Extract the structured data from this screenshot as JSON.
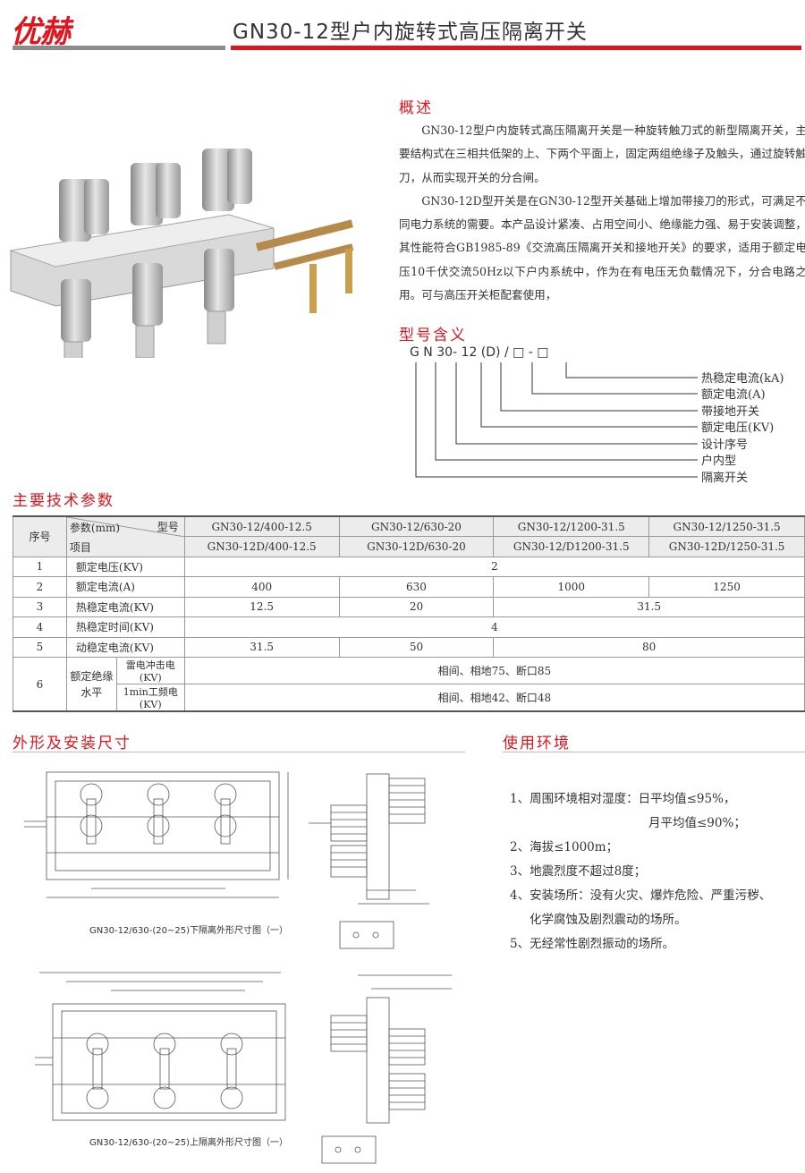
{
  "header": {
    "brand": "优赫",
    "title": "GN30-12型户内旋转式高压隔离开关"
  },
  "overview": {
    "heading": "概述",
    "paragraphs": [
      "GN30-12型户内旋转式高压隔离开关是一种旋转触刀式的新型隔离开关，主要结构式在三相共低架的上、下两个平面上，固定两组绝缘子及触头，通过旋转触刀，从而实现开关的分合闸。",
      "GN30-12D型开关是在GN30-12型开关基础上增加带接刀的形式，可满足不同电力系统的需要。本产品设计紧凑、占用空间小、绝缘能力强、易于安装调整，其性能符合GB1985-89《交流高压隔离开关和接地开关》的要求，适用于额定电压10千伏交流50Hz以下户内系统中，作为在有电压无负载情况下，分合电路之用。可与高压开关柜配套使用，"
    ]
  },
  "model": {
    "heading": "型号含义",
    "code": "G  N  30- 12 (D) / □  - □",
    "labels": [
      "热稳定电流(kA)",
      "额定电流(A)",
      "带接地开关",
      "额定电压(KV)",
      "设计序号",
      "户内型",
      "隔离开关"
    ]
  },
  "params": {
    "heading": "主要技术参数",
    "col_index": "序号",
    "col_param": "参数(mm)",
    "col_type": "型号",
    "col_item": "项目",
    "models_top": [
      "GN30-12/400-12.5",
      "GN30-12/630-20",
      "GN30-12/1200-31.5",
      "GN30-12/1250-31.5"
    ],
    "models_bottom": [
      "GN30-12D/400-12.5",
      "GN30-12D/630-20",
      "GN30-12/D1200-31.5",
      "GN30-12D/1250-31.5"
    ],
    "rows": [
      {
        "no": "1",
        "name": "额定电压(KV)",
        "v": "2"
      },
      {
        "no": "2",
        "name": "额定电流(A)",
        "v1": "400",
        "v2": "630",
        "v3": "1000",
        "v4": "1250"
      },
      {
        "no": "3",
        "name": "热稳定电流(KV)",
        "v1": "12.5",
        "v2": "20",
        "v34": "31.5"
      },
      {
        "no": "4",
        "name": "热稳定时间(KV)",
        "v": "4"
      },
      {
        "no": "5",
        "name": "动稳定电流(KV)",
        "v1": "31.5",
        "v2": "50",
        "v34": "80"
      },
      {
        "no": "6",
        "name": "额定绝缘水平",
        "sub1": "雷电冲击电(KV)",
        "val1": "相间、相地75、断口85",
        "sub2": "1min工频电(KV)",
        "val2": "相间、相地42、断口48"
      }
    ]
  },
  "dims": {
    "heading": "外形及安装尺寸",
    "caption1": "GN30-12/630-(20~25)下隔离外形尺寸图（一）",
    "caption2": "GN30-12/630-(20~25)上隔离外形尺寸图（一）"
  },
  "env": {
    "heading": "使用环境",
    "items": [
      "1、周围环境相对湿度：日平均值≤95%，",
      "月平均值≤90%；",
      "2、海拔≤1000m；",
      "3、地震烈度不超过8度；",
      "4、安装场所：没有火灾、爆炸危险、严重污秽、",
      "化学腐蚀及剧烈震动的场所。",
      "5、无经常性剧烈振动的场所。"
    ]
  },
  "colors": {
    "accent": "#e0141d",
    "gray_bar": "#8c8c8c"
  }
}
